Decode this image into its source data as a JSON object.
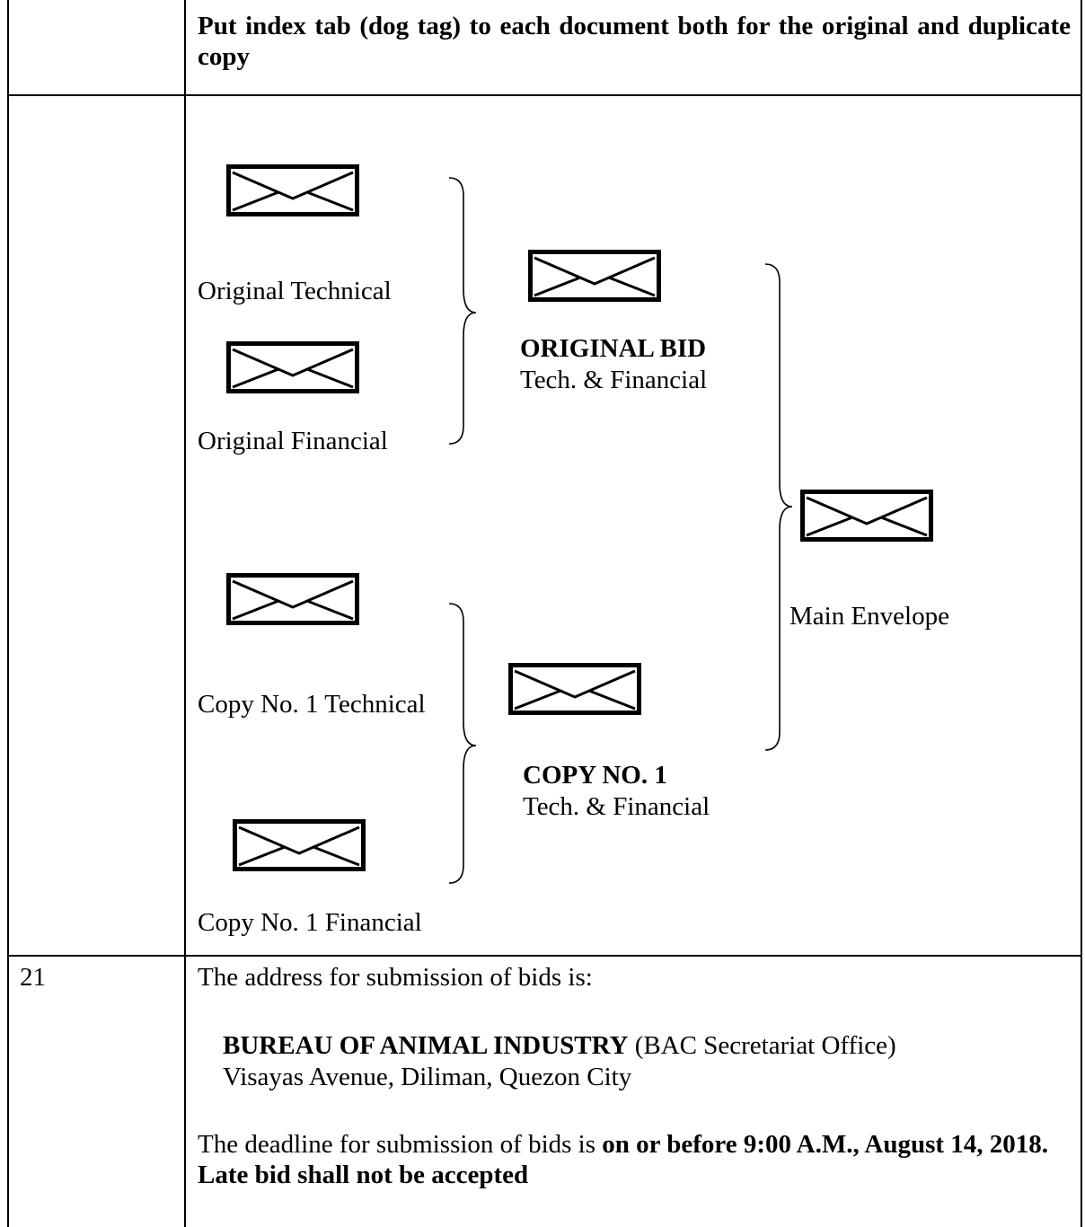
{
  "row1": {
    "instruction": "Put index tab (dog tag) to each document both for the original and duplicate copy"
  },
  "diagram": {
    "envelope_icon": "envelope-icon",
    "original_technical": "Original Technical",
    "original_financial": "Original Financial",
    "original_bid_title": "ORIGINAL BID",
    "original_bid_sub": "Tech. & Financial",
    "copy_technical": "Copy No. 1 Technical",
    "copy_financial": "Copy No. 1 Financial",
    "copy_title": "COPY NO. 1",
    "copy_sub": "Tech. & Financial",
    "main_envelope": "Main Envelope"
  },
  "row3": {
    "number": "21",
    "address_intro": "The address for submission of bids is:",
    "office_name": "BUREAU OF ANIMAL INDUSTRY",
    "office_unit": "(BAC Secretariat Office)",
    "office_address": "Visayas Avenue, Diliman, Quezon City",
    "deadline_intro": "The deadline for submission of bids is",
    "deadline_bold": "on or before 9:00 A.M., August 14, 2018. Late bid shall not be accepted"
  }
}
